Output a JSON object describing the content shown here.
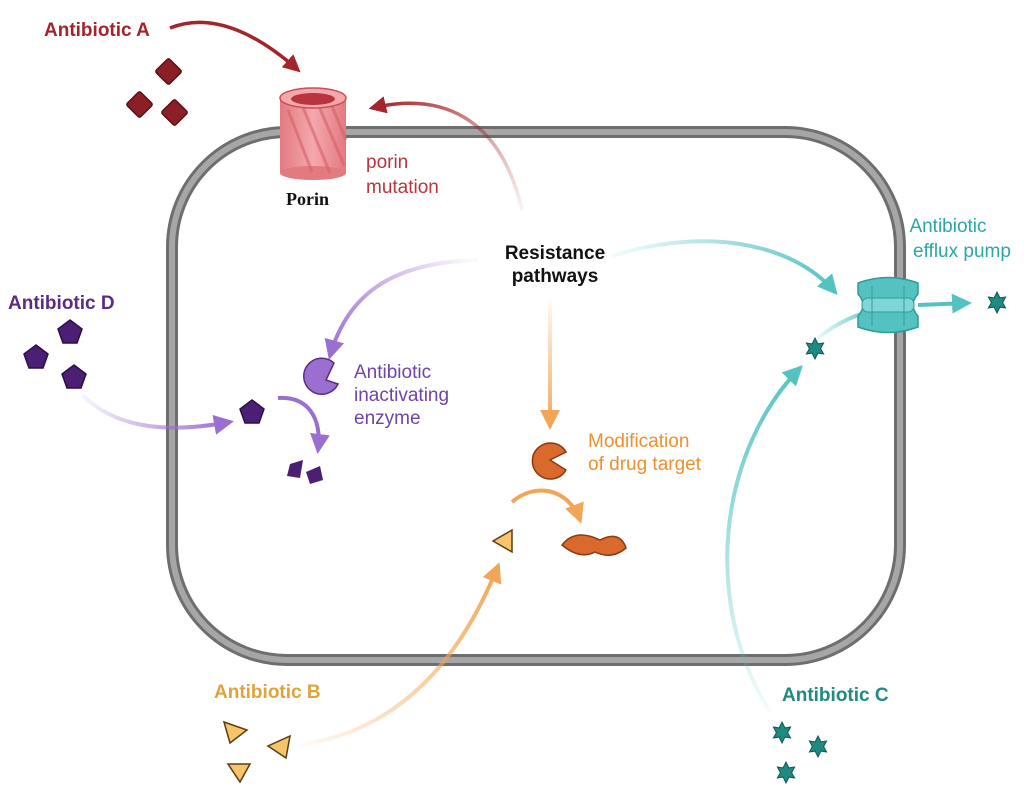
{
  "labels": {
    "antibiotic_a": "Antibiotic A",
    "antibiotic_b": "Antibiotic B",
    "antibiotic_c": "Antibiotic C",
    "antibiotic_d": "Antibiotic D",
    "porin": "Porin",
    "porin_mutation_1": "porin",
    "porin_mutation_2": "mutation",
    "resistance_1": "Resistance",
    "resistance_2": "pathways",
    "efflux_1": "Antibiotic",
    "efflux_2": "efflux pump",
    "inact_1": "Antibiotic",
    "inact_2": "inactivating",
    "inact_3": "enzyme",
    "mod_1": "Modification",
    "mod_2": "of drug target"
  },
  "colors": {
    "antibiotic_a": "#a3252b",
    "antibiotic_b": "#e0a33a",
    "antibiotic_c": "#1f8a80",
    "antibiotic_d": "#5b2c86",
    "porin": "#e8888c",
    "efflux": "#55c2c2",
    "enzyme": "#9b6fd0",
    "target": "#d9692c",
    "membrane": "#777777"
  }
}
